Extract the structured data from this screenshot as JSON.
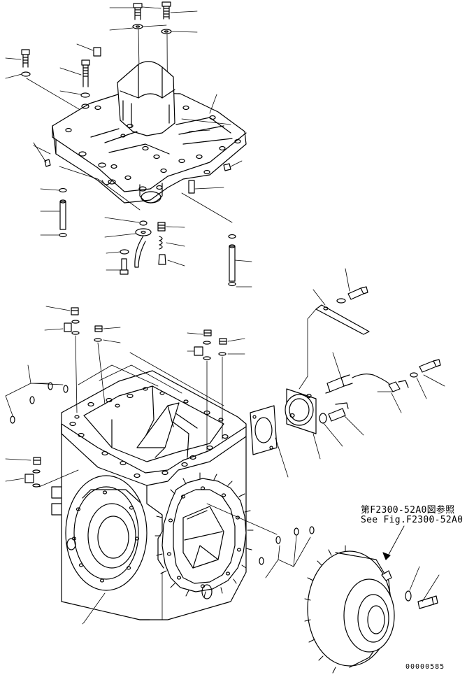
{
  "reference_note": {
    "japanese": "第F2300-52A0図参照",
    "english": "See Fig.F2300-52A0"
  },
  "drawing_number": "00000585"
}
